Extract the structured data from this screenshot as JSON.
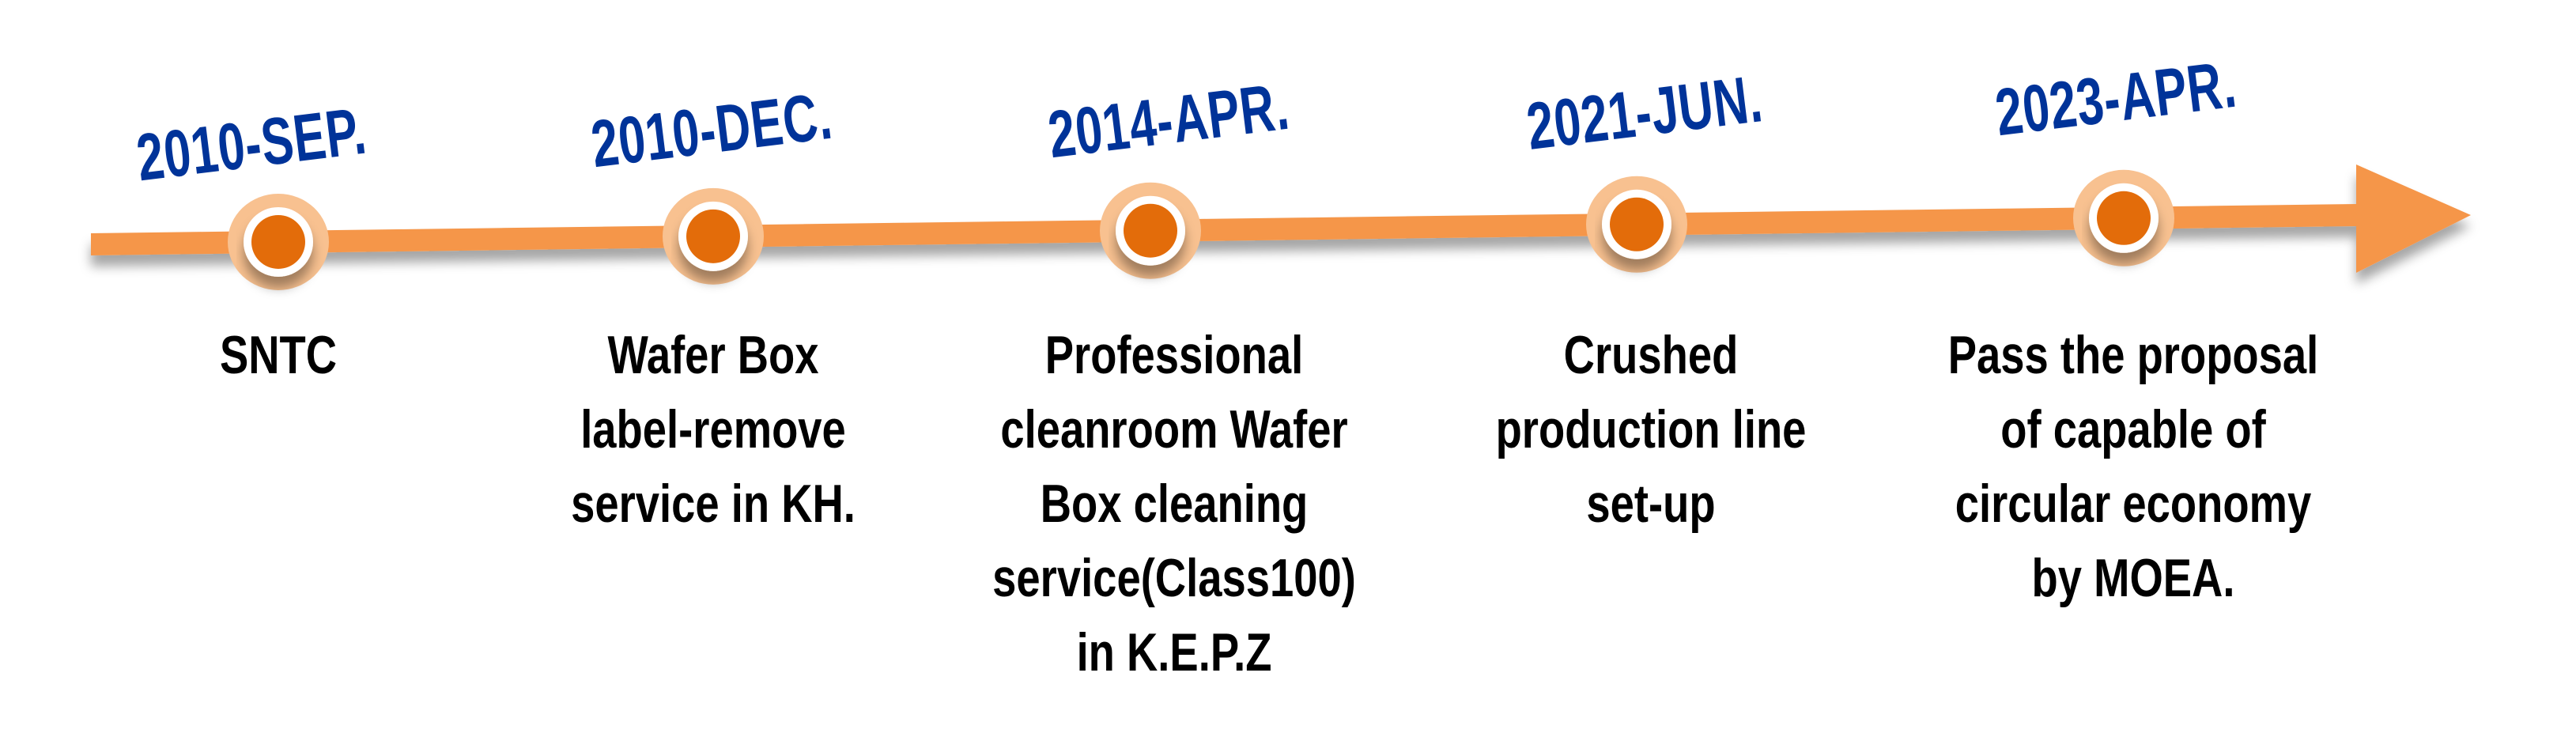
{
  "colors": {
    "line": "#F5964A",
    "node_halo": "#F8C190",
    "node_core": "#E36C0A",
    "date": "#003399",
    "text": "#000000"
  },
  "milestones": [
    {
      "date": "2010-SEP.",
      "lines": [
        "SNTC"
      ]
    },
    {
      "date": "2010-DEC.",
      "lines": [
        "Wafer Box",
        "label-remove",
        "service in KH."
      ]
    },
    {
      "date": "2014-APR.",
      "lines": [
        "Professional",
        "cleanroom Wafer",
        "Box cleaning",
        "service(Class100)",
        "in K.E.P.Z"
      ]
    },
    {
      "date": "2021-JUN.",
      "lines": [
        "Crushed",
        "production line",
        "set-up"
      ]
    },
    {
      "date": "2023-APR.",
      "lines": [
        "Pass the proposal",
        "of capable of",
        "circular economy",
        "by MOEA."
      ]
    }
  ]
}
